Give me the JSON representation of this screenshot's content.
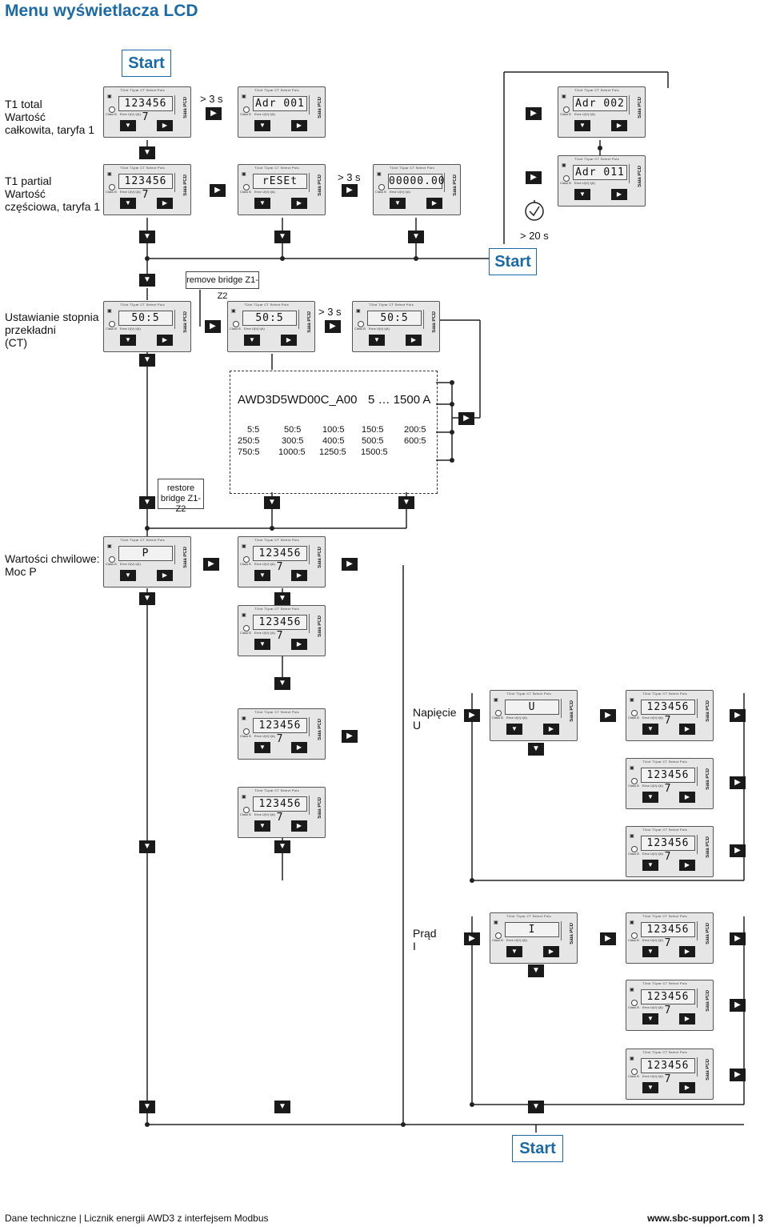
{
  "title": "Menu wyświetlacza LCD",
  "start_label": "Start",
  "rows": {
    "t1_total": "T1 total\nWartość\ncałkowita, taryfa 1",
    "t1_partial": "T1 partial\nWartość\nczęściowa, taryfa 1",
    "ct": "Ustawianie stopnia\nprzekładni\n (CT)",
    "moc": "Wartości chwilowe:\nMoc P",
    "napiecie": "Napięcie\nU",
    "prad": "Prąd\nI"
  },
  "notes": {
    "remove_bridge": "remove bridge Z1-Z2",
    "restore_bridge": "restore\nbridge Z1-Z2"
  },
  "timers": {
    "gt3s": "> 3 s",
    "gt20s": "> 20 s"
  },
  "device": {
    "header": "T1tot T1par CT Select Puls",
    "footer": "Error U(V) I(A)",
    "brand": "Saia PCD",
    "class": "Class B"
  },
  "ct_box": {
    "model": "AWD3D5WD00C_A00",
    "range": "5 … 1500 A",
    "ratios": [
      [
        "5:5",
        "50:5",
        "100:5",
        "150:5",
        "200:5"
      ],
      [
        "250:5",
        "300:5",
        "400:5",
        "500:5",
        "600:5"
      ],
      [
        "750:5",
        "1000:5",
        "1250:5",
        "1500:5",
        ""
      ]
    ]
  },
  "displays": {
    "d1": "123456 7",
    "d2": "Adr 001",
    "d3": "Adr 002",
    "d4": "123456 7",
    "d5": "rESEt",
    "d6": "00000.00",
    "d7": "Adr 011",
    "ct1": "50:5",
    "ct2": "50:5",
    "ct3": "50:5",
    "p1": "P",
    "p2": "123456 7",
    "p3": "123456 7",
    "p4": "123456 7",
    "p5": "123456 7",
    "u1": "U",
    "u2": "123456 7",
    "u3": "123456 7",
    "u4": "123456 7",
    "i1": "I",
    "i2": "123456 7",
    "i3": "123456 7",
    "i4": "123456 7"
  },
  "footer": {
    "left": "Dane techniczne | Licznik energii AWD3 z interfejsem Modbus",
    "right": "www.sbc-support.com  |  3"
  }
}
